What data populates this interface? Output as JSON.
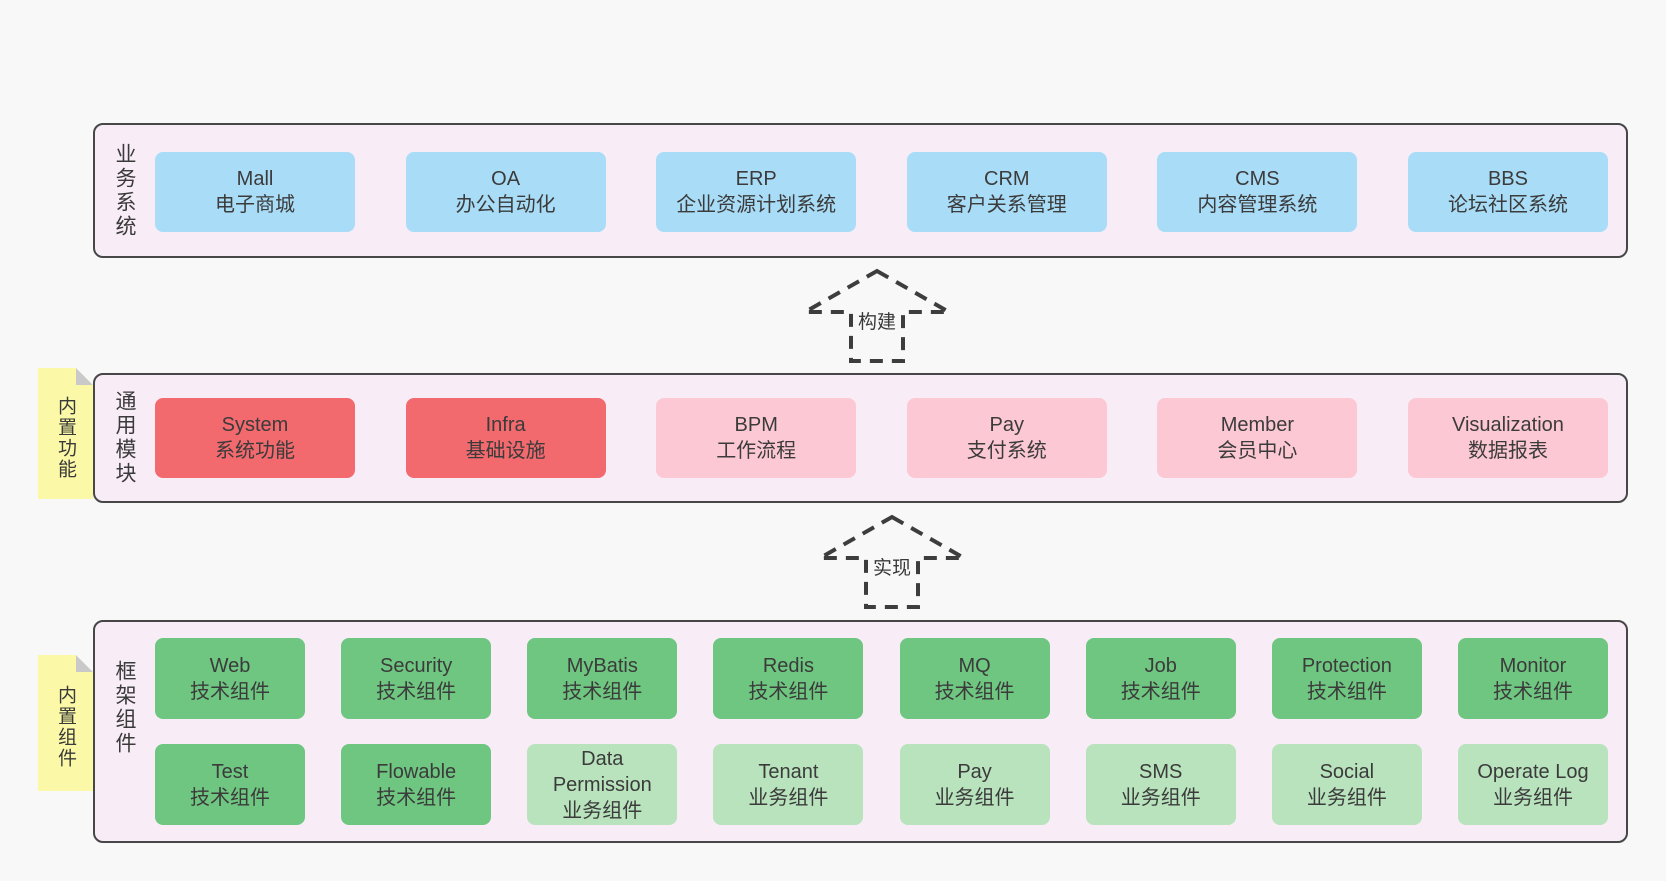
{
  "page": {
    "background": "#f8f8f8"
  },
  "colors": {
    "band_bg": "#f8edf7",
    "band_border": "#474747",
    "blue": "#a9dcf7",
    "red": "#f2696e",
    "pink": "#fcc8d4",
    "green": "#6ec680",
    "light_green": "#b8e3bd",
    "note_yellow": "#fbf9a7",
    "note_fold": "#c9c9c9",
    "text": "#3b3b3b"
  },
  "arrows": [
    {
      "label": "构建"
    },
    {
      "label": "实现"
    }
  ],
  "notes": [
    {
      "label": "内置功能"
    },
    {
      "label": "内置组件"
    }
  ],
  "bands": [
    {
      "label": "业务系统",
      "boxes": [
        {
          "title": "Mall",
          "subtitle": "电子商城",
          "variant": "blue"
        },
        {
          "title": "OA",
          "subtitle": "办公自动化",
          "variant": "blue"
        },
        {
          "title": "ERP",
          "subtitle": "企业资源计划系统",
          "variant": "blue"
        },
        {
          "title": "CRM",
          "subtitle": "客户关系管理",
          "variant": "blue"
        },
        {
          "title": "CMS",
          "subtitle": "内容管理系统",
          "variant": "blue"
        },
        {
          "title": "BBS",
          "subtitle": "论坛社区系统",
          "variant": "blue"
        }
      ]
    },
    {
      "label": "通用模块",
      "boxes": [
        {
          "title": "System",
          "subtitle": "系统功能",
          "variant": "red"
        },
        {
          "title": "Infra",
          "subtitle": "基础设施",
          "variant": "red"
        },
        {
          "title": "BPM",
          "subtitle": "工作流程",
          "variant": "pink"
        },
        {
          "title": "Pay",
          "subtitle": "支付系统",
          "variant": "pink"
        },
        {
          "title": "Member",
          "subtitle": "会员中心",
          "variant": "pink"
        },
        {
          "title": "Visualization",
          "subtitle": "数据报表",
          "variant": "pink"
        }
      ]
    },
    {
      "label": "框架组件",
      "rows": [
        [
          {
            "title": "Web",
            "subtitle": "技术组件",
            "variant": "green"
          },
          {
            "title": "Security",
            "subtitle": "技术组件",
            "variant": "green"
          },
          {
            "title": "MyBatis",
            "subtitle": "技术组件",
            "variant": "green"
          },
          {
            "title": "Redis",
            "subtitle": "技术组件",
            "variant": "green"
          },
          {
            "title": "MQ",
            "subtitle": "技术组件",
            "variant": "green"
          },
          {
            "title": "Job",
            "subtitle": "技术组件",
            "variant": "green"
          },
          {
            "title": "Protection",
            "subtitle": "技术组件",
            "variant": "green"
          },
          {
            "title": "Monitor",
            "subtitle": "技术组件",
            "variant": "green"
          }
        ],
        [
          {
            "title": "Test",
            "subtitle": "技术组件",
            "variant": "green"
          },
          {
            "title": "Flowable",
            "subtitle": "技术组件",
            "variant": "green"
          },
          {
            "title": "Data Permission",
            "subtitle": "业务组件",
            "variant": "light_green"
          },
          {
            "title": "Tenant",
            "subtitle": "业务组件",
            "variant": "light_green"
          },
          {
            "title": "Pay",
            "subtitle": "业务组件",
            "variant": "light_green"
          },
          {
            "title": "SMS",
            "subtitle": "业务组件",
            "variant": "light_green"
          },
          {
            "title": "Social",
            "subtitle": "业务组件",
            "variant": "light_green"
          },
          {
            "title": "Operate Log",
            "subtitle": "业务组件",
            "variant": "light_green"
          }
        ]
      ]
    }
  ]
}
